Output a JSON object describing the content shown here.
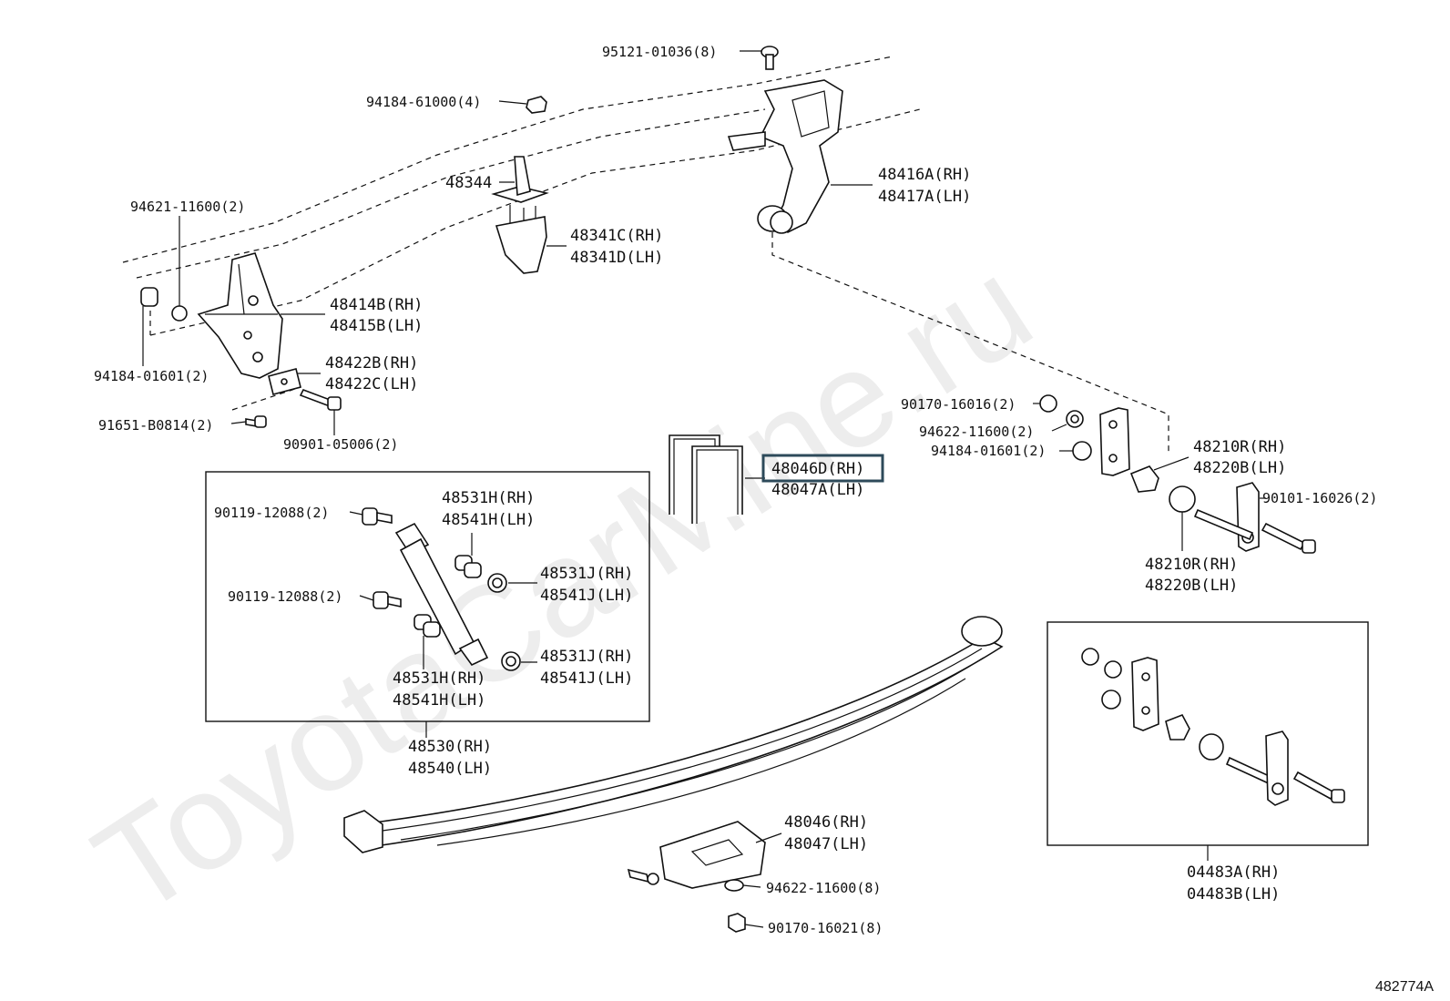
{
  "watermark": "ToyotaCarMine.ru",
  "figure_id": "482774A",
  "labels": {
    "l95121": "95121-01036(8)",
    "l94184a": "94184-61000(4)",
    "l48344": "48344",
    "l48416a": "48416A(RH)",
    "l48417a": "48417A(LH)",
    "l94621": "94621-11600(2)",
    "l48341c": "48341C(RH)",
    "l48341d": "48341D(LH)",
    "l48414b": "48414B(RH)",
    "l48415b": "48415B(LH)",
    "l48422b": "48422B(RH)",
    "l48422c": "48422C(LH)",
    "l94184b": "94184-01601(2)",
    "l91651": "91651-B0814(2)",
    "l90901": "90901-05006(2)",
    "l90170a": "90170-16016(2)",
    "l94622a": "94622-11600(2)",
    "l94184c": "94184-01601(2)",
    "l48210r1": "48210R(RH)",
    "l48220b1": "48220B(LH)",
    "l90101": "90101-16026(2)",
    "l48210r2": "48210R(RH)",
    "l48220b2": "48220B(LH)",
    "l48046d": "48046D(RH)",
    "l48047a": "48047A(LH)",
    "l90119a": "90119-12088(2)",
    "l48531h1": "48531H(RH)",
    "l48541h1": "48541H(LH)",
    "l90119b": "90119-12088(2)",
    "l48531j1": "48531J(RH)",
    "l48541j1": "48541J(LH)",
    "l48531j2": "48531J(RH)",
    "l48541j2": "48541J(LH)",
    "l48531h2": "48531H(RH)",
    "l48541h2": "48541H(LH)",
    "l48530": "48530(RH)",
    "l48540": "48540(LH)",
    "l48046": "48046(RH)",
    "l48047": "48047(LH)",
    "l94622b": "94622-11600(8)",
    "l90170b": "90170-16021(8)",
    "l04483a": "04483A(RH)",
    "l04483b": "04483B(LH)"
  }
}
